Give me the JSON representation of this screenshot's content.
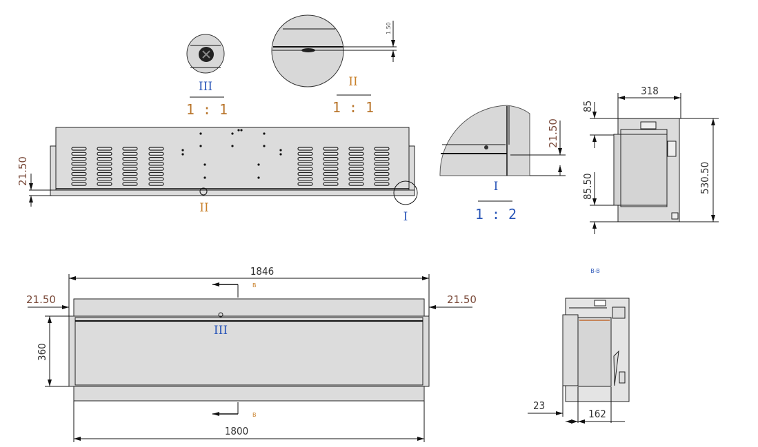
{
  "drawing": {
    "detail_views": [
      {
        "id": "III",
        "scale": "1 : 1"
      },
      {
        "id": "II",
        "scale": "1 : 1",
        "dimension": "1.50"
      },
      {
        "id": "I",
        "scale": "1 : 2",
        "dimension": "21.50"
      }
    ],
    "scale_separator": ":",
    "rear_view": {
      "dimension_left": "21.50",
      "callout_center": "II",
      "callout_corner": "I"
    },
    "side_view": {
      "width": "318",
      "top_offset": "85",
      "bottom_offset": "85.50",
      "height": "530.50"
    },
    "front_view": {
      "overall_width": "1846",
      "body_width": "1800",
      "left_offset": "21.50",
      "right_offset": "21.50",
      "height": "360",
      "section_marker": "B",
      "callout": "III"
    },
    "section_view": {
      "title": "B-B",
      "dim_left": "23",
      "dim_depth": "162"
    }
  },
  "colors": {
    "roman_blue": "#2a56b8",
    "roman_orange": "#c8802a",
    "scale_orange": "#b8742a",
    "dim_text": "#7a4a3a"
  }
}
